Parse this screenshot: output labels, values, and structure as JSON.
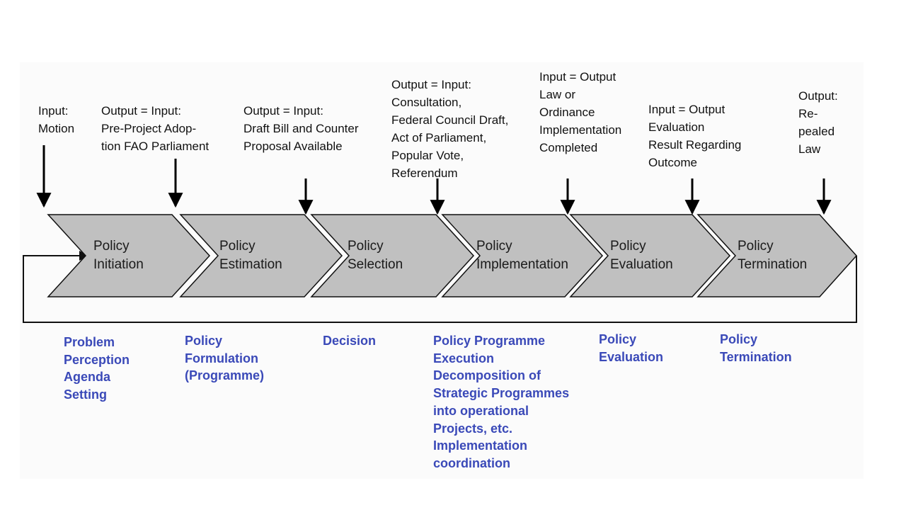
{
  "colors": {
    "chevron_fill": "#c0c0c0",
    "chevron_stroke": "#111111",
    "arrow": "#000000",
    "bottom_text": "#3a49b8"
  },
  "inputs": [
    {
      "text": "Input:\nMotion"
    },
    {
      "text": "Output = Input:\nPre-Project Adop-\ntion FAO Parliament"
    },
    {
      "text": "Output = Input:\nDraft Bill and Counter\nProposal Available"
    },
    {
      "text": "Output = Input:\nConsultation,\nFederal Council Draft,\nAct of Parliament,\nPopular Vote,\nReferendum"
    },
    {
      "text": "Input = Output\nLaw or\nOrdinance\nImplementation\nCompleted"
    },
    {
      "text": "Input = Output\nEvaluation\nResult Regarding\nOutcome"
    },
    {
      "text": "Output:\nRe-\npealed\nLaw"
    }
  ],
  "stages": [
    {
      "label": "Policy\nInitiation"
    },
    {
      "label": "Policy\nEstimation"
    },
    {
      "label": "Policy\nSelection"
    },
    {
      "label": "Policy\nImplementation"
    },
    {
      "label": "Policy\nEvaluation"
    },
    {
      "label": "Policy\nTermination"
    }
  ],
  "descriptions": [
    {
      "text": "Problem\nPerception\nAgenda\nSetting"
    },
    {
      "text": "Policy\nFormulation\n(Programme)"
    },
    {
      "text": "Decision"
    },
    {
      "text": "Policy Programme\nExecution\nDecomposition of\nStrategic Programmes\ninto operational\nProjects, etc.\nImplementation\ncoordination"
    },
    {
      "text": "Policy\nEvaluation"
    },
    {
      "text": "Policy\nTermination"
    }
  ]
}
